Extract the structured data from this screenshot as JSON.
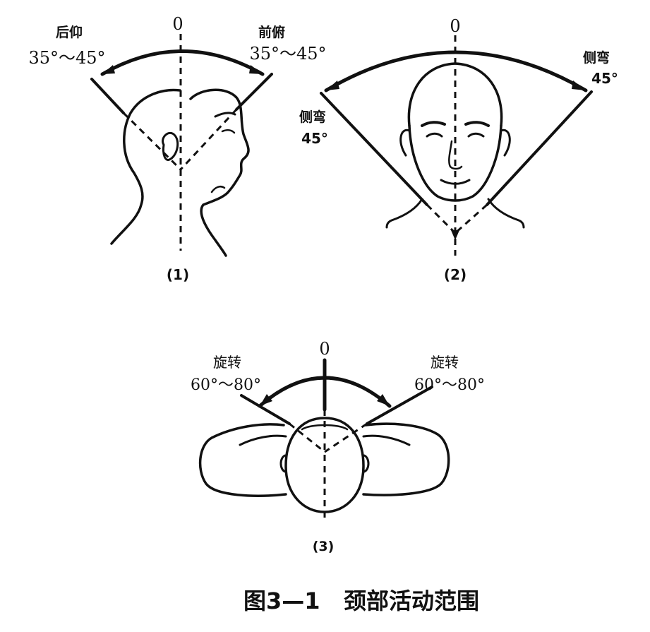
{
  "figure_caption": "图3—1   颈部活动范围",
  "panels": [
    {
      "id": "1",
      "label": "(1)",
      "zero_label": "0",
      "left": {
        "name": "后仰",
        "range": "35°～45°"
      },
      "right": {
        "name": "前俯",
        "range": "35°～45°"
      }
    },
    {
      "id": "2",
      "label": "(2)",
      "zero_label": "0",
      "left": {
        "name": "侧弯",
        "range": "45°"
      },
      "right": {
        "name": "侧弯",
        "range": "45°"
      }
    },
    {
      "id": "3",
      "label": "(3)",
      "zero_label": "0",
      "left": {
        "name": "旋转",
        "range": "60°～80°"
      },
      "right": {
        "name": "旋转",
        "range": "60°～80°"
      }
    }
  ]
}
